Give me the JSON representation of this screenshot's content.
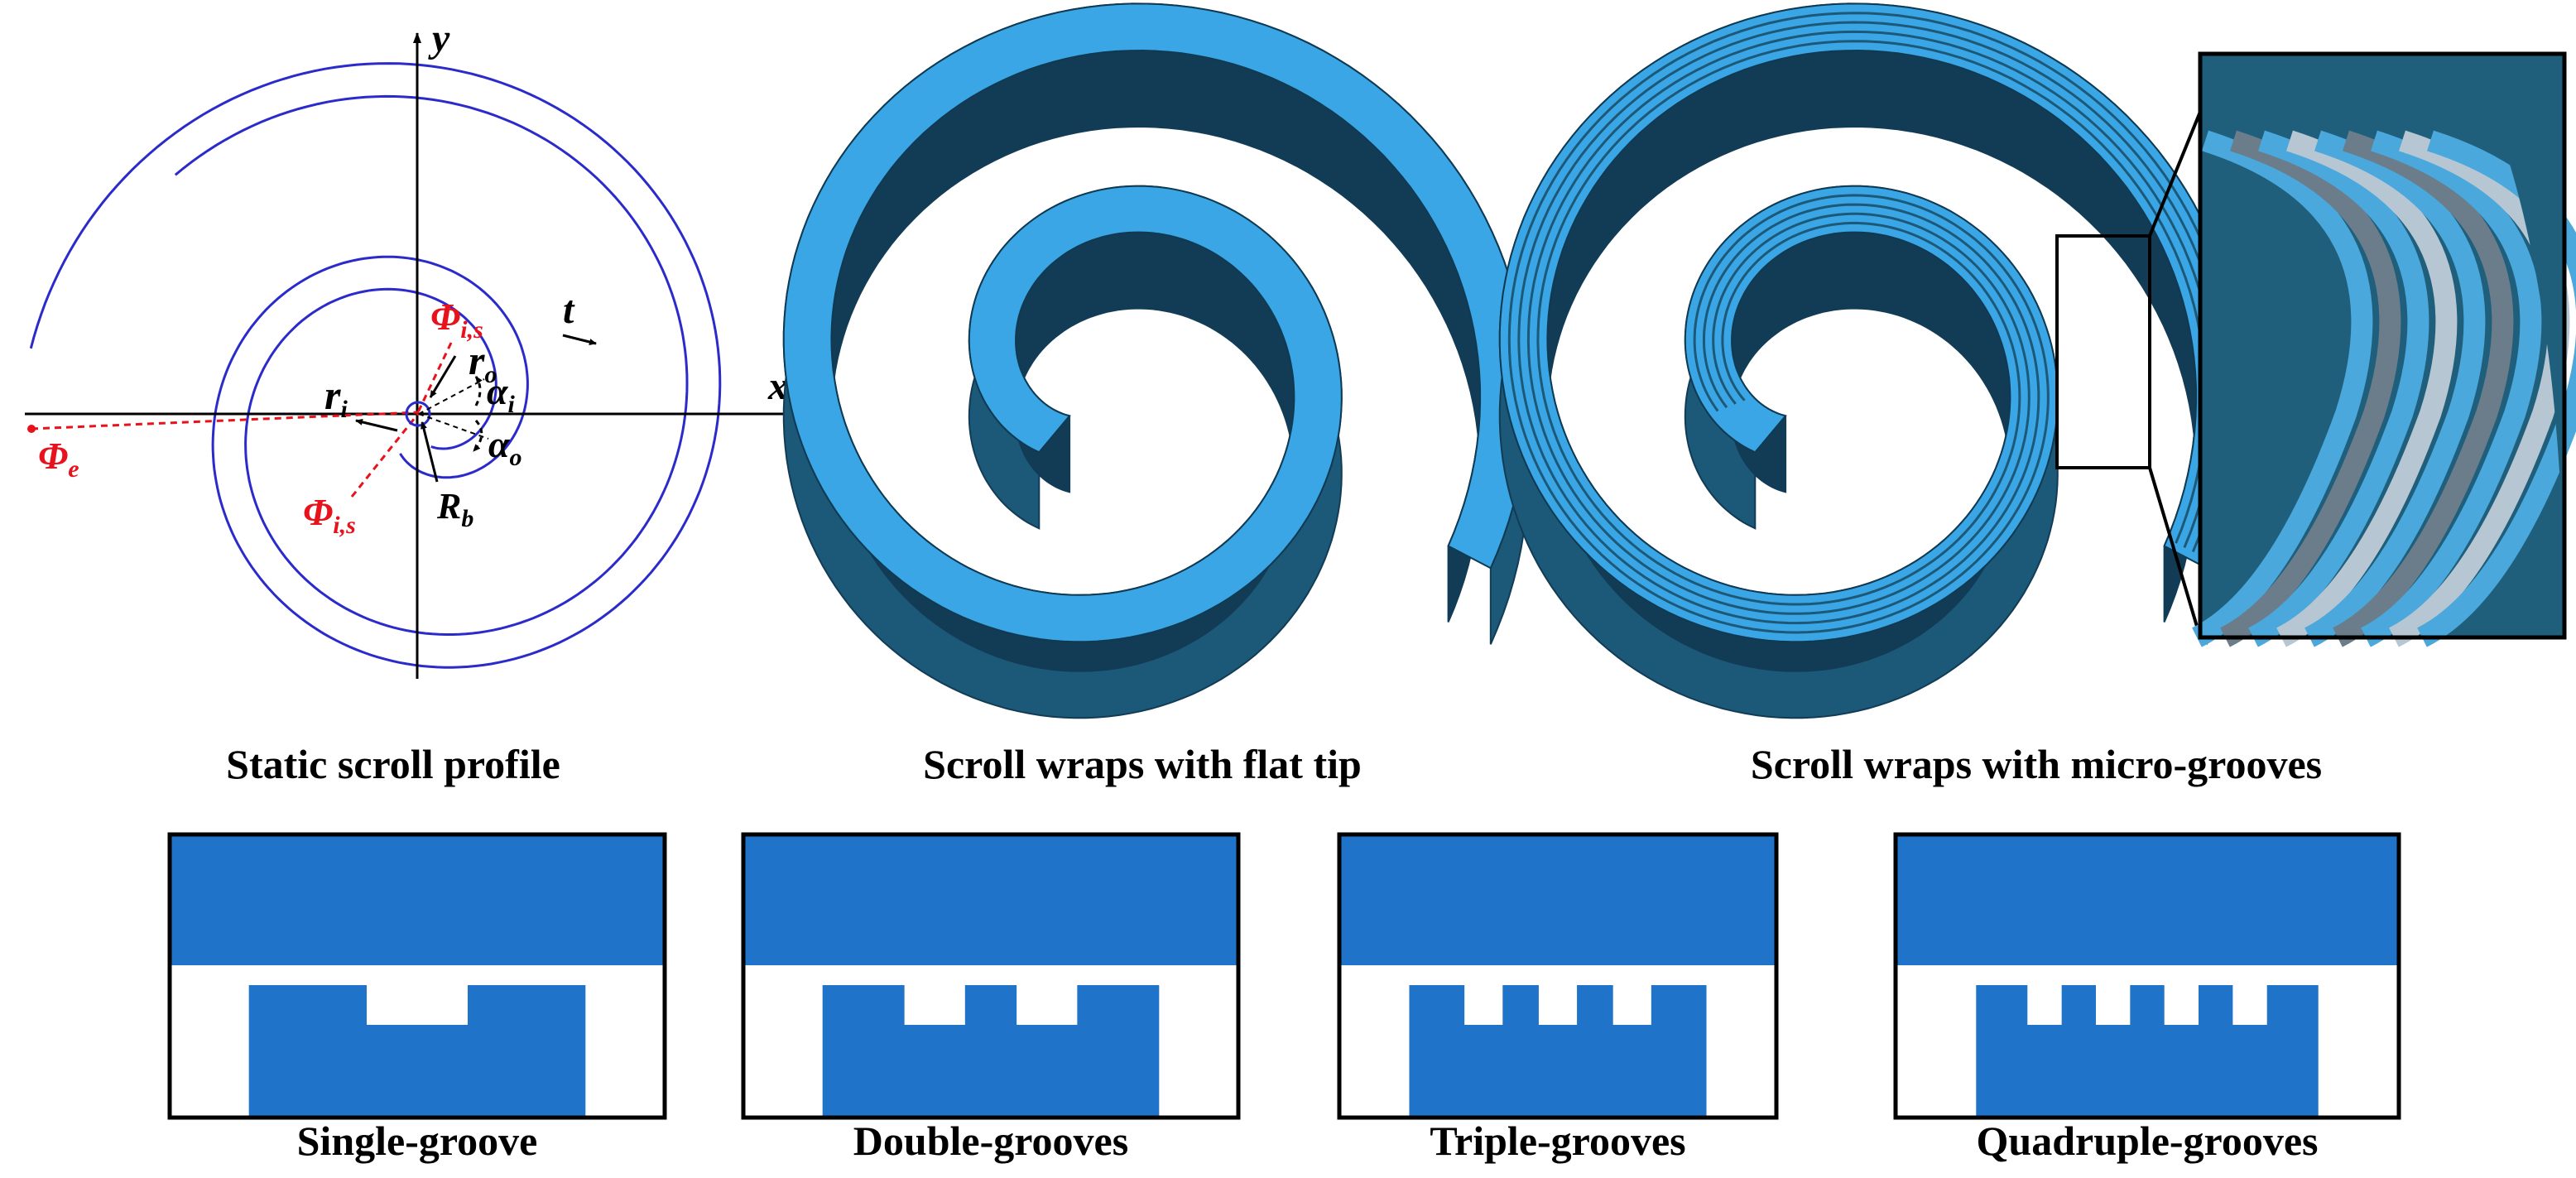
{
  "captions": {
    "static_profile": "Static scroll profile",
    "flat_tip": "Scroll wraps with flat tip",
    "micro_grooves": "Scroll wraps with micro-grooves"
  },
  "profile": {
    "axis_x": "x",
    "axis_y": "y",
    "phi_e": {
      "main": "Φ",
      "sub": "e"
    },
    "phi_is_top": {
      "main": "Φ",
      "sub": "i,s"
    },
    "phi_is_bottom": {
      "main": "Φ",
      "sub": "i,s"
    },
    "r_o": {
      "main": "r",
      "sub": "o"
    },
    "r_i": {
      "main": "r",
      "sub": "i"
    },
    "t": "t",
    "alpha_i": {
      "main": "α",
      "sub": "i"
    },
    "alpha_o": {
      "main": "α",
      "sub": "o"
    },
    "r_b": {
      "main": "R",
      "sub": "b"
    }
  },
  "grooves": [
    {
      "label": "Single-groove",
      "count": 1
    },
    {
      "label": "Double-grooves",
      "count": 2
    },
    {
      "label": "Triple-grooves",
      "count": 3
    },
    {
      "label": "Quadruple-grooves",
      "count": 4
    }
  ],
  "colors": {
    "profile_line": "#2b2bcc",
    "red": "#e8121c",
    "scroll_top": "#3aa6e6",
    "scroll_side": "#1c5878",
    "scroll_side_dark": "#123c55",
    "groove_block": "#1f73c8"
  }
}
